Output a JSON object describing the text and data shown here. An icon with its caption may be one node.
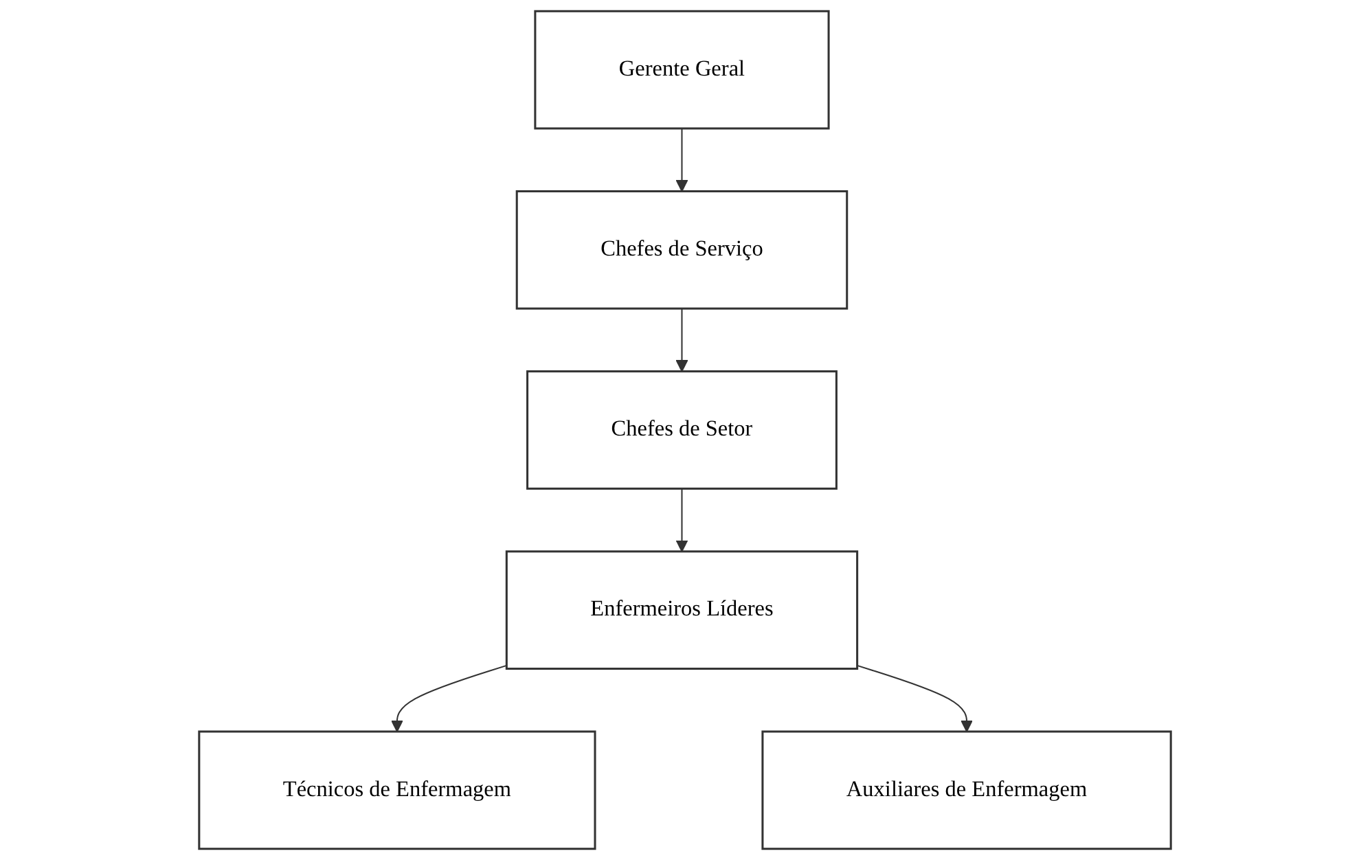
{
  "diagram": {
    "nodes": [
      {
        "text": [
          "Gerente Geral"
        ]
      },
      {
        "text": [
          "Chefes de Serviço"
        ]
      },
      {
        "text": [
          "Chefes de Setor"
        ]
      },
      {
        "text": [
          "Enfermeiros Líderes"
        ]
      },
      {
        "text": [
          "Técnicos de Enfermagem"
        ]
      },
      {
        "text": [
          "Auxiliares de Enfermagem"
        ]
      }
    ],
    "edges": [
      {
        "from": 0,
        "to": 1,
        "arrow": "to"
      },
      {
        "from": 1,
        "to": 2,
        "arrow": "to"
      },
      {
        "from": 2,
        "to": 3,
        "arrow": "to"
      },
      {
        "from": 3,
        "to": 4,
        "arrow": "to"
      },
      {
        "from": 3,
        "to": 5,
        "arrow": "to"
      }
    ]
  }
}
